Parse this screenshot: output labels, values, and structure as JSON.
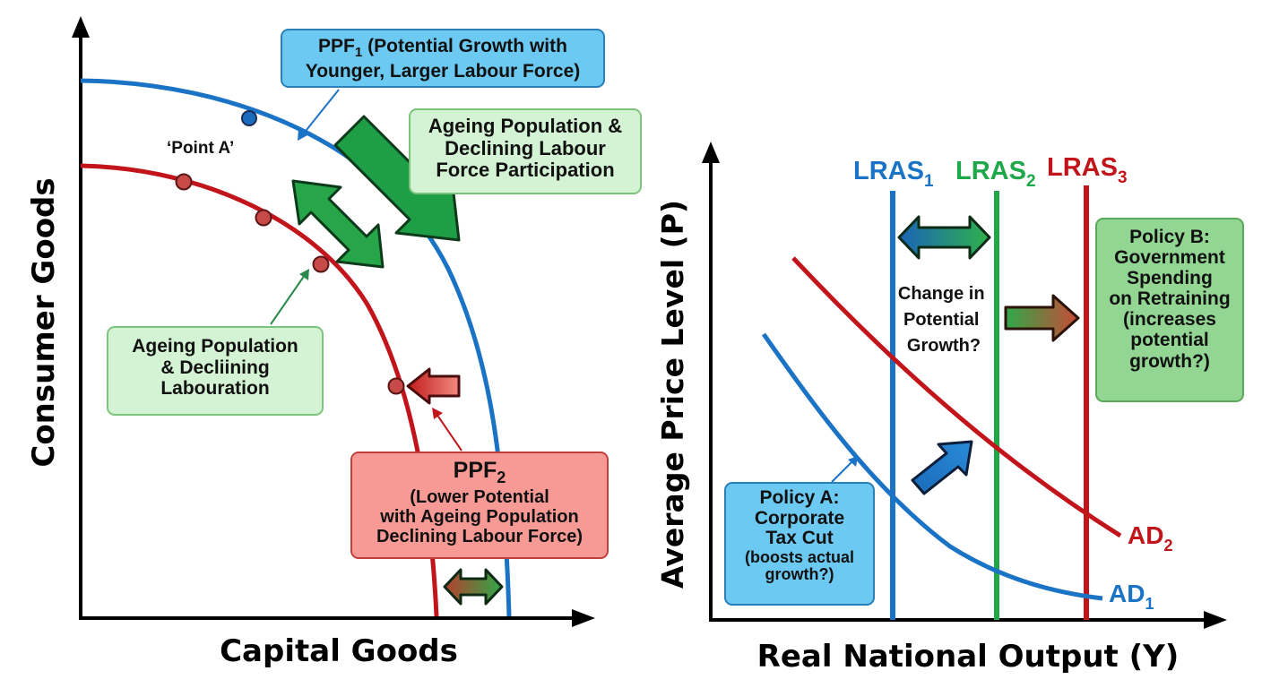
{
  "colors": {
    "ppf1": "#1a73c4",
    "ppf2": "#c2141b",
    "lras1": "#1a73c4",
    "lras2": "#1fa84a",
    "lras3": "#c2141b",
    "ad1": "#1a73c4",
    "ad2": "#c2141b",
    "green_arrow": "#1e9e45"
  },
  "left_chart": {
    "y_axis_label": "Consumer Goods",
    "x_axis_label": "Capital Goods",
    "point_a_label": "‘Point A’",
    "ppf1_box": {
      "prefix": "PPF",
      "sub": "1",
      "line1_rest": " (Potential Growth with",
      "line2": "Younger, Larger Labour Force)"
    },
    "ageing_box_top": {
      "line1": "Ageing Population &",
      "line2": "Declining Labour",
      "line3": "Force Participation"
    },
    "ageing_box_left": {
      "line1": "Ageing Population",
      "line2": "& Decliining",
      "line3": "Labouration"
    },
    "ppf2_box": {
      "prefix": "PPF",
      "sub": "2",
      "line2": "(Lower Potential",
      "line3": "with Ageing Population",
      "line4": "Declining Labour Force)"
    }
  },
  "right_chart": {
    "y_axis_label": "Average Price Level (P)",
    "x_axis_label": "Real National Output (Y)",
    "lras_labels": [
      {
        "prefix": "LRAS",
        "sub": "1"
      },
      {
        "prefix": "LRAS",
        "sub": "2"
      },
      {
        "prefix": "LRAS",
        "sub": "3"
      }
    ],
    "ad_labels": [
      {
        "prefix": "AD",
        "sub": "1"
      },
      {
        "prefix": "AD",
        "sub": "2"
      }
    ],
    "change_text": {
      "line1": "Change in",
      "line2": "Potential",
      "line3": "Growth?"
    },
    "policy_a": {
      "line1": "Policy A:",
      "line2": "Corporate",
      "line3": "Tax Cut",
      "line4": "(boosts actual",
      "line5": "growth?)"
    },
    "policy_b": {
      "line1": "Policy B:",
      "line2": "Government",
      "line3": "Spending",
      "line4": "on Retraining",
      "line5": "(increases",
      "line6": "potential",
      "line7": "growth?)"
    }
  }
}
